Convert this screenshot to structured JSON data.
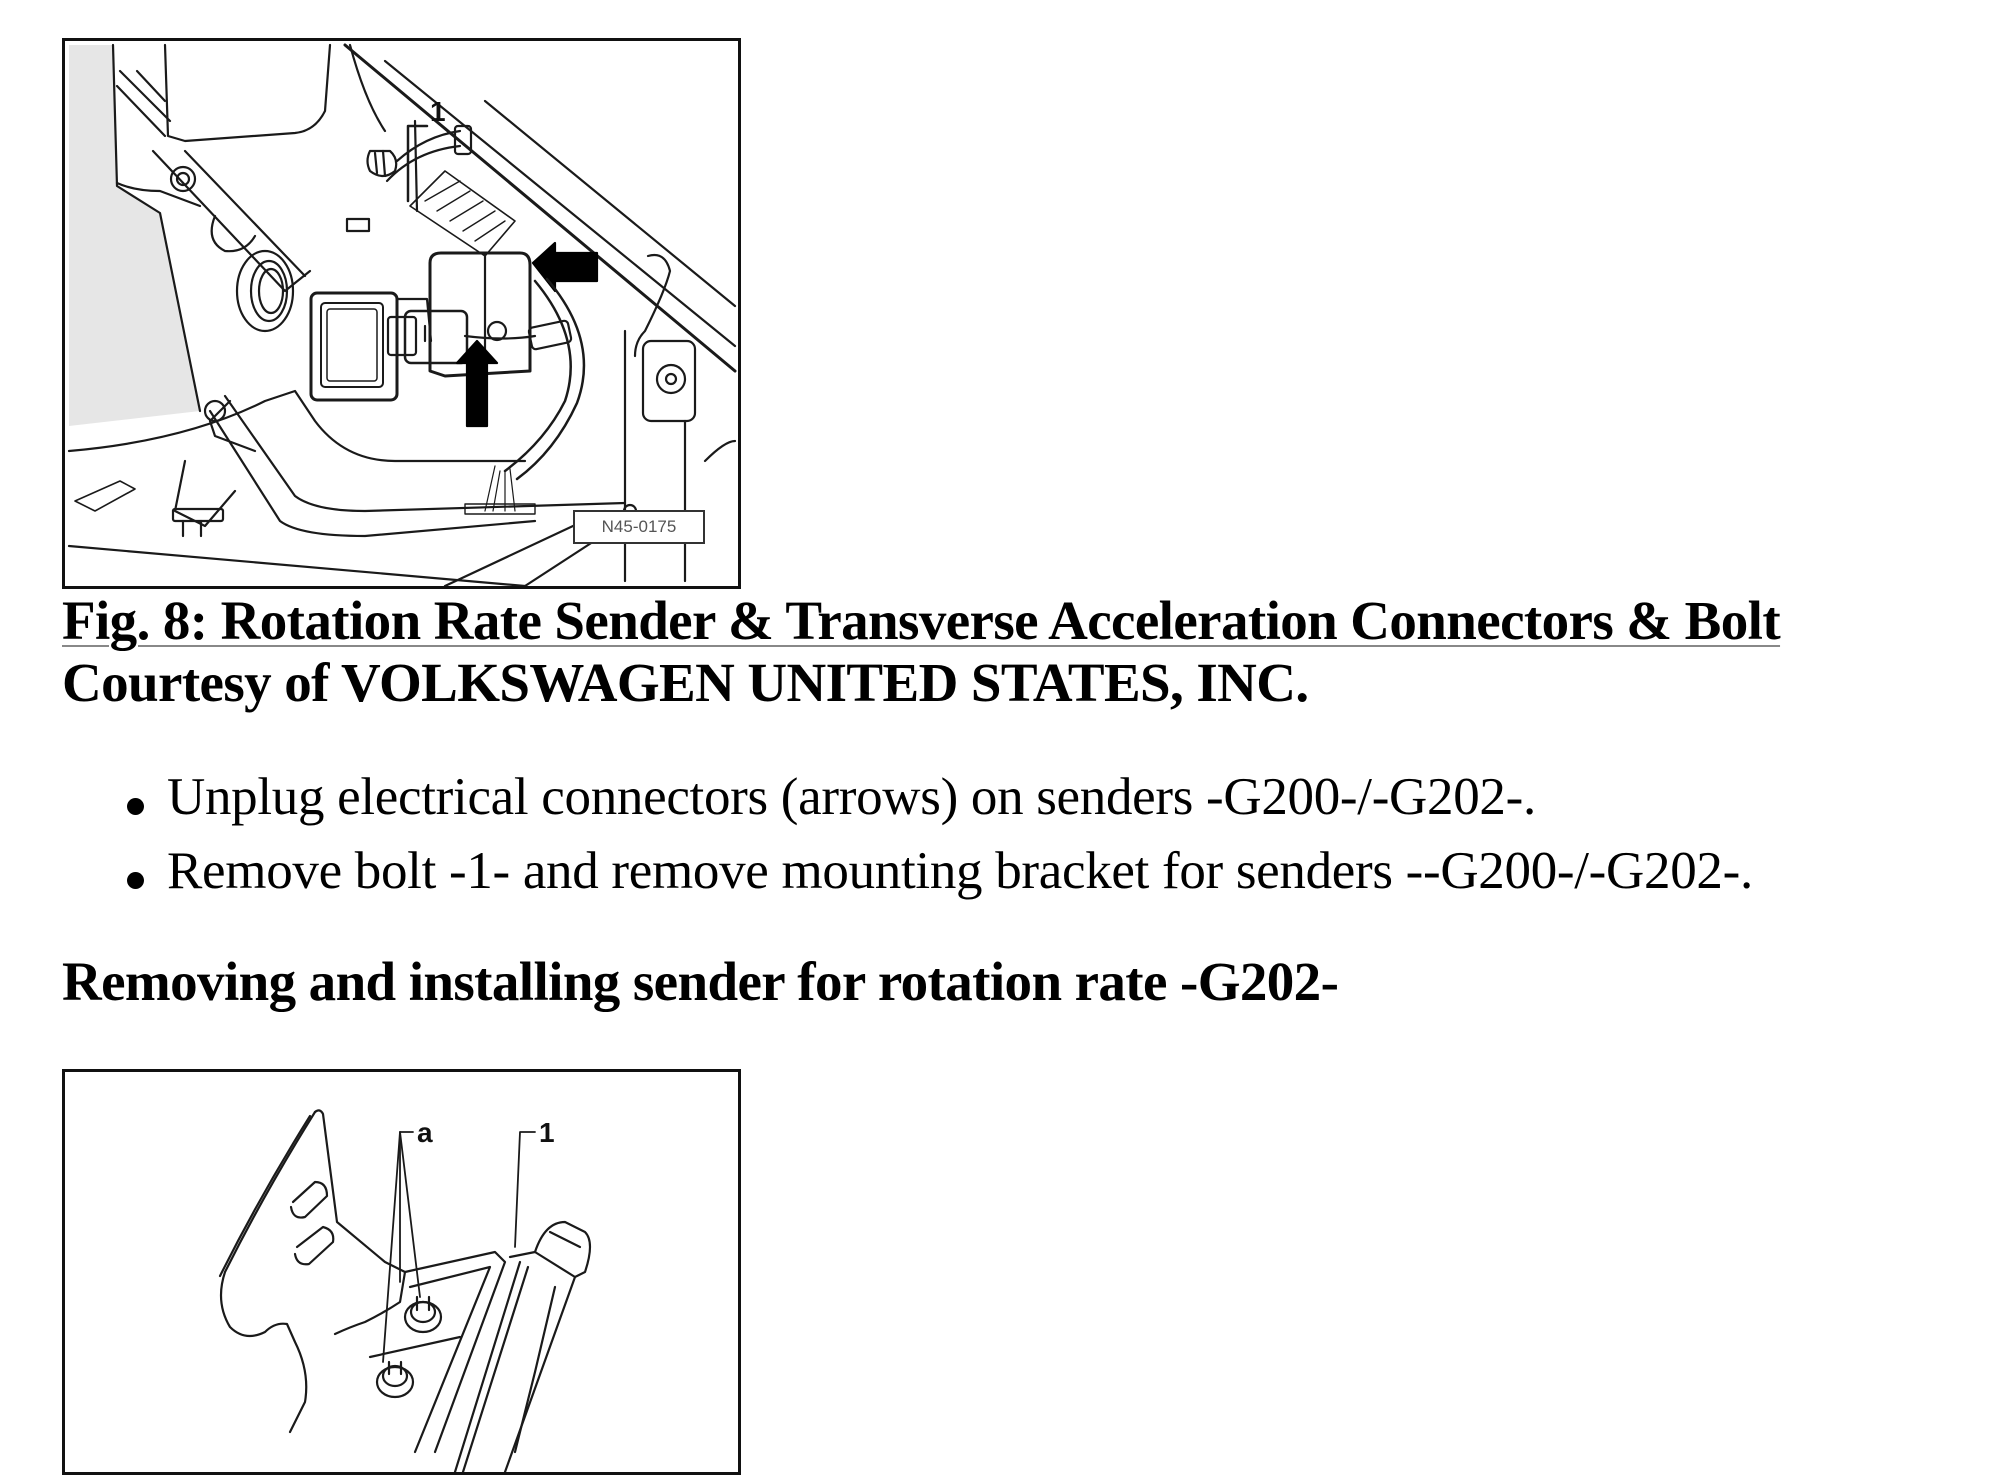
{
  "figure1": {
    "callouts": {
      "bolt": "1"
    },
    "code": "N45-0175",
    "arrows": [
      "connector-arrow-left",
      "connector-arrow-up"
    ],
    "caption": {
      "title": "Fig. 8: Rotation Rate Sender & Transverse Acceleration Connectors & Bolt",
      "courtesy": "Courtesy of VOLKSWAGEN UNITED STATES, INC."
    }
  },
  "steps": [
    {
      "text": "Unplug electrical connectors (arrows) on senders -G200-/-G202-."
    },
    {
      "text": "Remove bolt -1- and remove mounting bracket for senders --G200-/-G202-."
    }
  ],
  "section_heading": "Removing and installing sender for rotation rate -G202-",
  "figure2": {
    "callouts": {
      "nuts": "a",
      "sender": "1"
    }
  },
  "colors": {
    "text": "#000000",
    "frame": "#111111",
    "shading": "#e6e6e6",
    "underline": "#888888"
  }
}
